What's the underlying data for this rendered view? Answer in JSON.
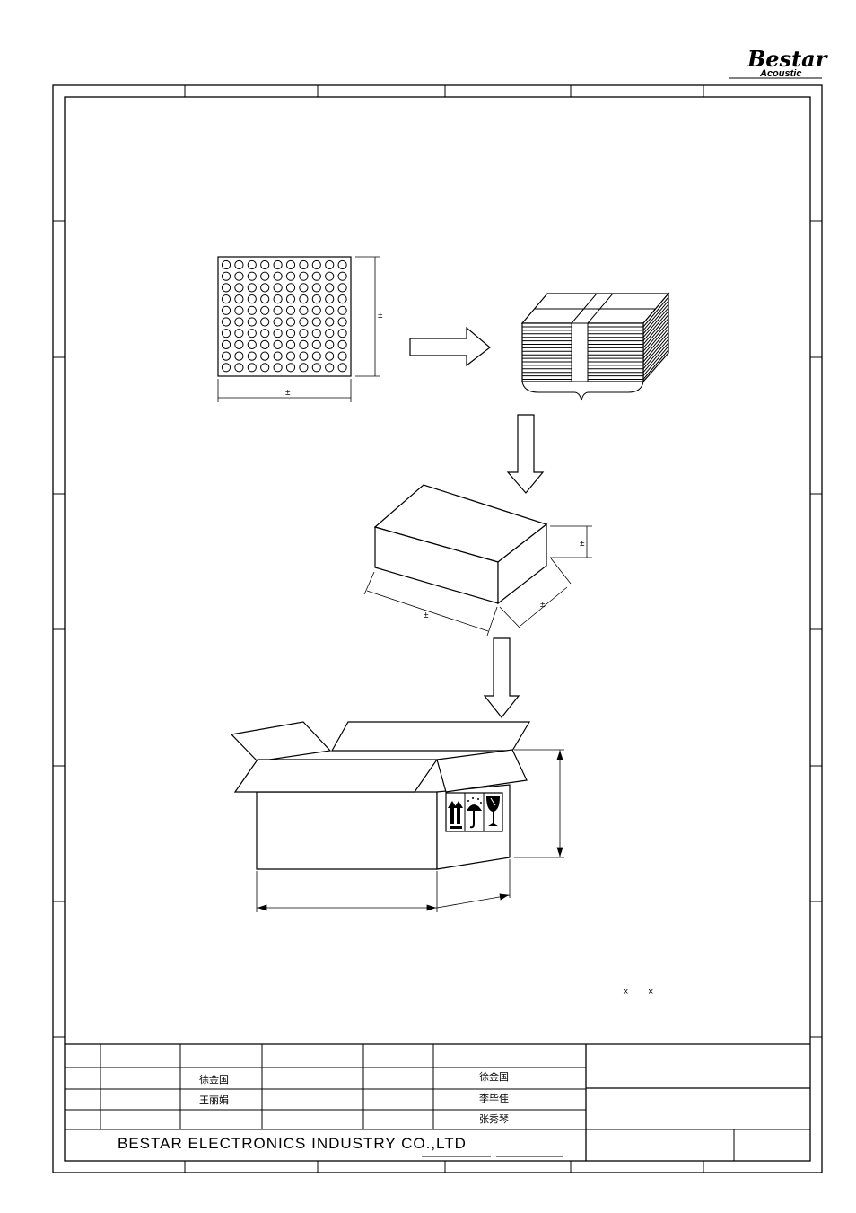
{
  "logo": {
    "brand": "Bestar",
    "sub": "Acoustic"
  },
  "dims": {
    "tray_height": "±",
    "tray_width": "±",
    "box_height": "±",
    "box_depth": "±",
    "box_length": "±"
  },
  "carton_size_sep": [
    "×",
    "×"
  ],
  "title_block": {
    "company": "BESTAR ELECTRONICS INDUSTRY CO.,LTD",
    "names_row2": [
      "徐金国",
      "徐金国"
    ],
    "names_row3": [
      "王丽娟",
      "李毕佳"
    ],
    "names_row4": [
      "张秀琴"
    ]
  },
  "icons": [
    "this-side-up-icon",
    "keep-dry-icon",
    "fragile-icon"
  ]
}
